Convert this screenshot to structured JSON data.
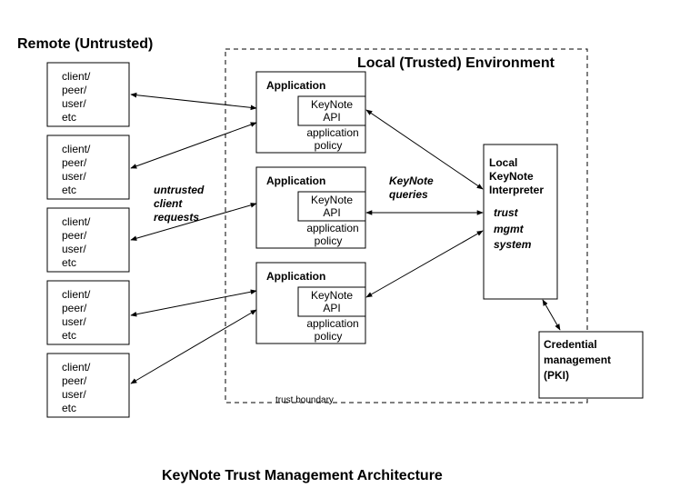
{
  "remote": {
    "title": "Remote (Untrusted)",
    "clients": [
      {
        "lines": [
          "client/",
          "peer/",
          "user/",
          "etc"
        ]
      },
      {
        "lines": [
          "client/",
          "peer/",
          "user/",
          "etc"
        ]
      },
      {
        "lines": [
          "client/",
          "peer/",
          "user/",
          "etc"
        ]
      },
      {
        "lines": [
          "client/",
          "peer/",
          "user/",
          "etc"
        ]
      },
      {
        "lines": [
          "client/",
          "peer/",
          "user/",
          "etc"
        ]
      }
    ]
  },
  "local": {
    "title": "Local (Trusted) Environment",
    "boundary_label": "trust boundary"
  },
  "applications": [
    {
      "title": "Application",
      "api": [
        "KeyNote",
        "API"
      ],
      "policy": [
        "application",
        "policy"
      ]
    },
    {
      "title": "Application",
      "api": [
        "KeyNote",
        "API"
      ],
      "policy": [
        "application",
        "policy"
      ]
    },
    {
      "title": "Application",
      "api": [
        "KeyNote",
        "API"
      ],
      "policy": [
        "application",
        "policy"
      ]
    }
  ],
  "labels": {
    "untrusted_requests": [
      "untrusted",
      "client",
      "requests"
    ],
    "keynote_queries": [
      "KeyNote",
      "queries"
    ]
  },
  "interpreter": {
    "title": [
      "Local",
      "KeyNote",
      "Interpreter"
    ],
    "subtitle": [
      "trust",
      "mgmt",
      "system"
    ]
  },
  "credential": {
    "lines": [
      "Credential",
      "management",
      "(PKI)"
    ]
  },
  "caption": "KeyNote Trust Management Architecture",
  "colors": {
    "line": "#000000",
    "background": "#ffffff"
  }
}
